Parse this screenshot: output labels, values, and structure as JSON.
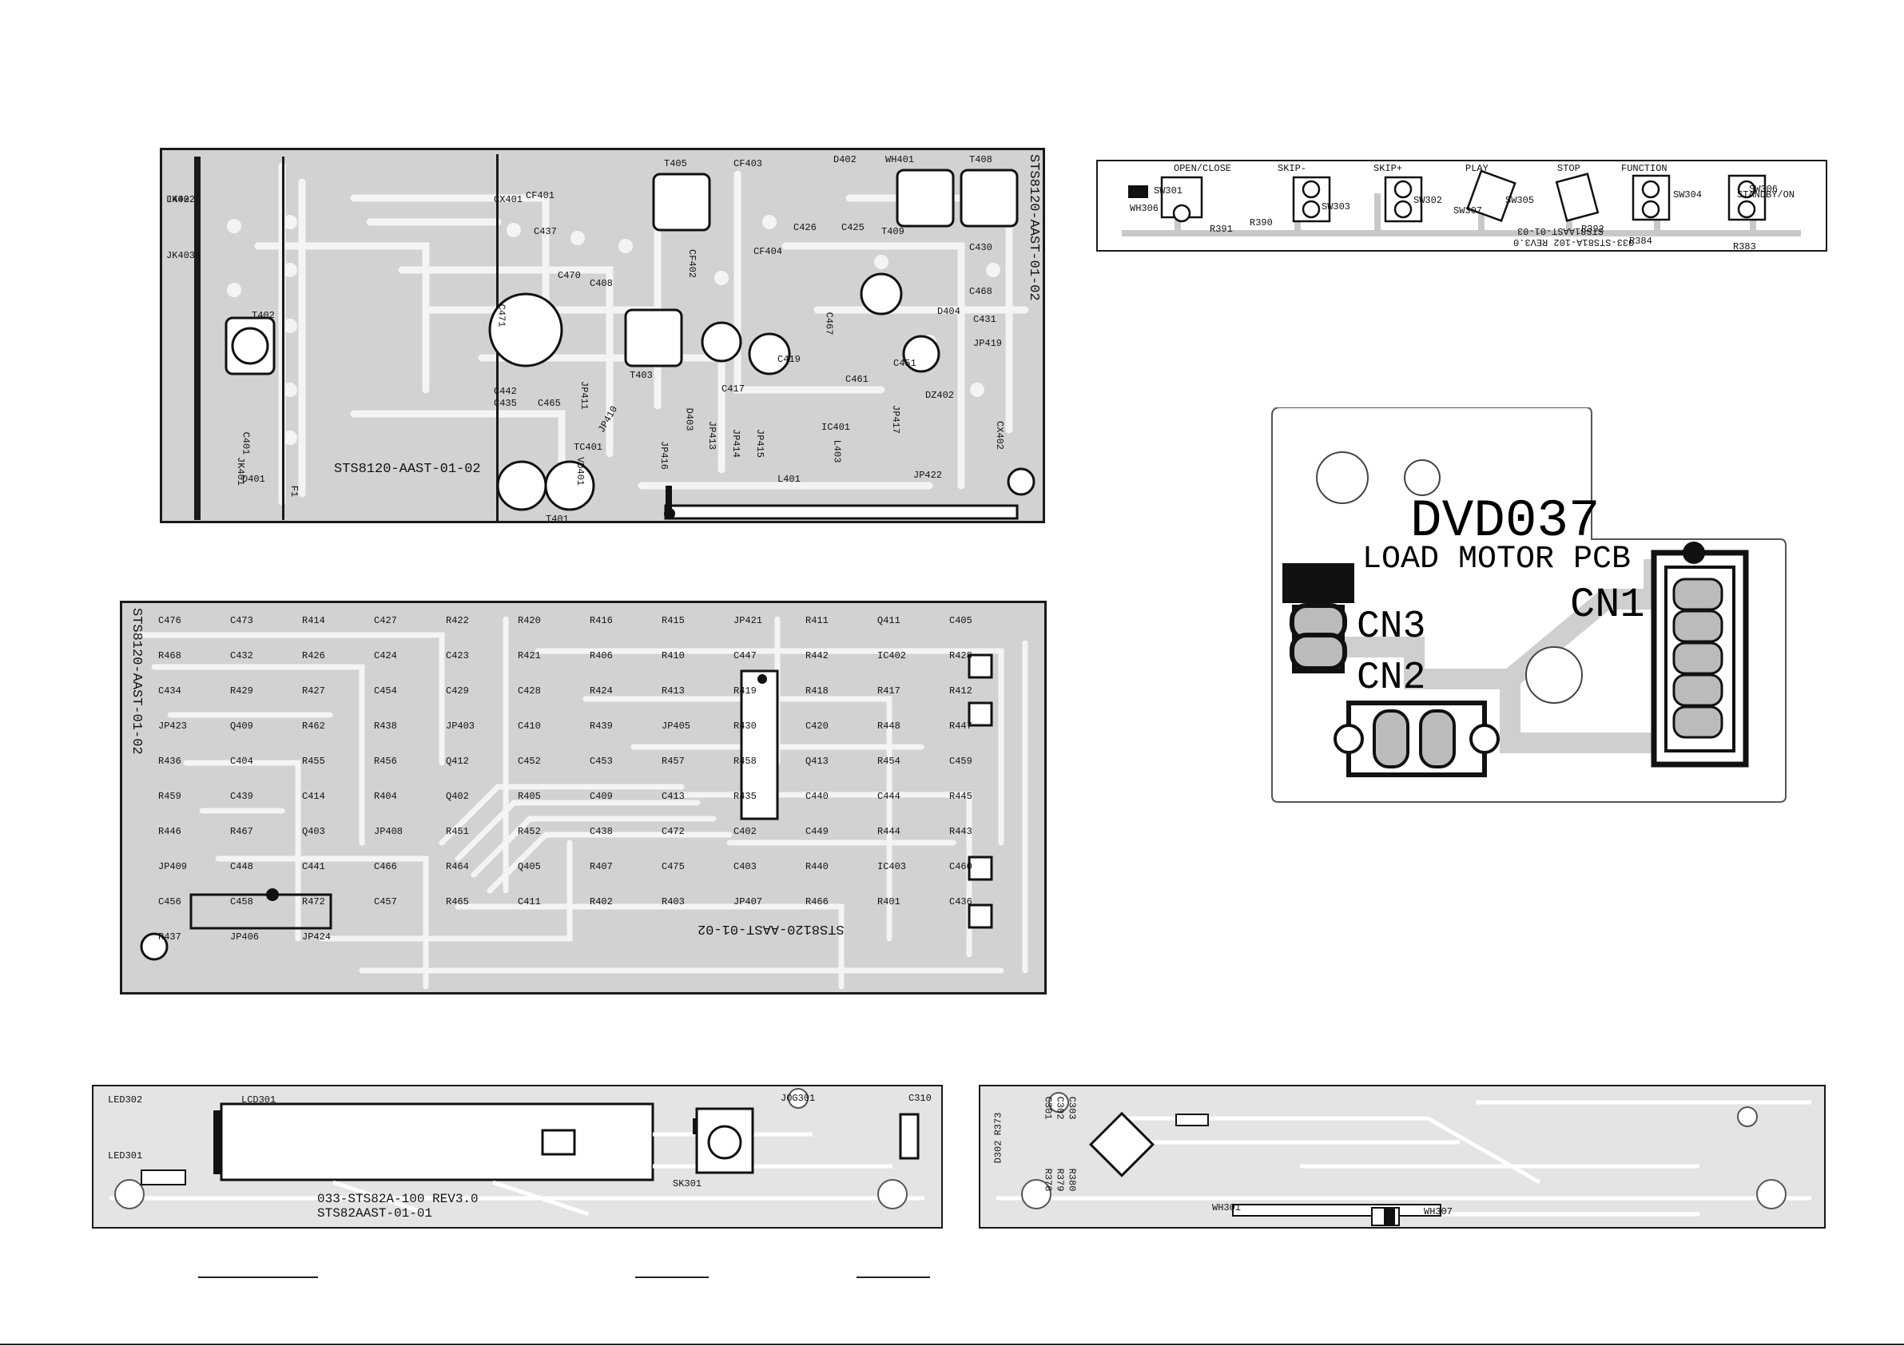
{
  "top_left_board": {
    "silk_main": "STS8120-AAST-01-02",
    "silk_vertical": "STS8120-AAST-01-02",
    "parts": [
      "JK402",
      "JK403",
      "T402",
      "JK401",
      "D401",
      "C401",
      "F1",
      "CX401",
      "CF401",
      "C437",
      "C471",
      "C470",
      "C408",
      "C442",
      "C435",
      "C465",
      "JP411",
      "JP410",
      "TC401",
      "VD401",
      "T401",
      "T405",
      "CF403",
      "C426",
      "D402",
      "C425",
      "CF402",
      "CF404",
      "T403",
      "C417",
      "C419",
      "IC401",
      "D403",
      "JP413",
      "JP414",
      "JP415",
      "JP416",
      "L403",
      "L401",
      "WH401",
      "T408",
      "T409",
      "C430",
      "C468",
      "C467",
      "D404",
      "C431",
      "JP419",
      "C451",
      "DZ402",
      "C461",
      "JP417",
      "JP422",
      "CX402",
      "L402"
    ]
  },
  "top_right_board": {
    "buttons": [
      "OPEN/CLOSE",
      "SKIP-",
      "SKIP+",
      "PLAY",
      "STOP",
      "FUNCTION",
      "STANDBY/ON"
    ],
    "parts": [
      "SW301",
      "WH306",
      "SW303",
      "SW302",
      "SW307",
      "SW305",
      "SW304",
      "SW306",
      "R391",
      "R390",
      "R392",
      "R384",
      "R383"
    ],
    "silk_1": "STS81AAST-01-03",
    "silk_2": "033-STS81A-102 REV3.0"
  },
  "load_motor_board": {
    "model": "DVD037",
    "title": "LOAD MOTOR PCB",
    "cn1": "CN1",
    "cn2": "CN2",
    "cn3": "CN3"
  },
  "middle_board": {
    "silk_main": "STS8120-AAST-01-02",
    "silk_vertical": "STS8120-AAST-01-02",
    "parts": [
      "C476",
      "C473",
      "R414",
      "C427",
      "R422",
      "R420",
      "R416",
      "R415",
      "JP421",
      "R411",
      "Q411",
      "C405",
      "R468",
      "C432",
      "R426",
      "C424",
      "C423",
      "R421",
      "R406",
      "R410",
      "C447",
      "R442",
      "IC402",
      "R428",
      "C434",
      "R429",
      "R427",
      "C454",
      "C429",
      "C428",
      "R424",
      "R413",
      "R419",
      "R418",
      "R417",
      "R412",
      "JP423",
      "Q409",
      "R462",
      "R438",
      "JP403",
      "C410",
      "R439",
      "JP405",
      "R430",
      "C420",
      "R448",
      "R447",
      "R436",
      "C404",
      "R455",
      "R456",
      "Q412",
      "C452",
      "C453",
      "R457",
      "R458",
      "Q413",
      "R454",
      "C459",
      "R459",
      "C439",
      "C414",
      "R404",
      "Q402",
      "R405",
      "C409",
      "C413",
      "R435",
      "C440",
      "C444",
      "R445",
      "R446",
      "R467",
      "Q403",
      "JP408",
      "R451",
      "R452",
      "C438",
      "C472",
      "C402",
      "C449",
      "R444",
      "R443",
      "JP409",
      "C448",
      "C441",
      "C466",
      "R464",
      "Q405",
      "R407",
      "C475",
      "C403",
      "R440",
      "IC403",
      "C460",
      "C456",
      "C458",
      "R472",
      "C457",
      "R465",
      "C411",
      "R402",
      "R403",
      "JP407",
      "R466",
      "R401",
      "C436",
      "R437",
      "JP406",
      "JP424"
    ]
  },
  "bottom_left_board": {
    "parts": [
      "LED302",
      "LED301",
      "LCD301",
      "SK301",
      "JOG301",
      "C310"
    ],
    "silk_1": "033-STS82A-100 REV3.0",
    "silk_2": "STS82AAST-01-01"
  },
  "bottom_right_board": {
    "parts": [
      "WH301",
      "WH307",
      "R373",
      "D302",
      "C301",
      "C302",
      "C303",
      "R378",
      "R379",
      "R380"
    ]
  },
  "colors": {
    "board_fill": "#d2d2d2",
    "trace": "#f2f2f2",
    "ink": "#111111"
  }
}
